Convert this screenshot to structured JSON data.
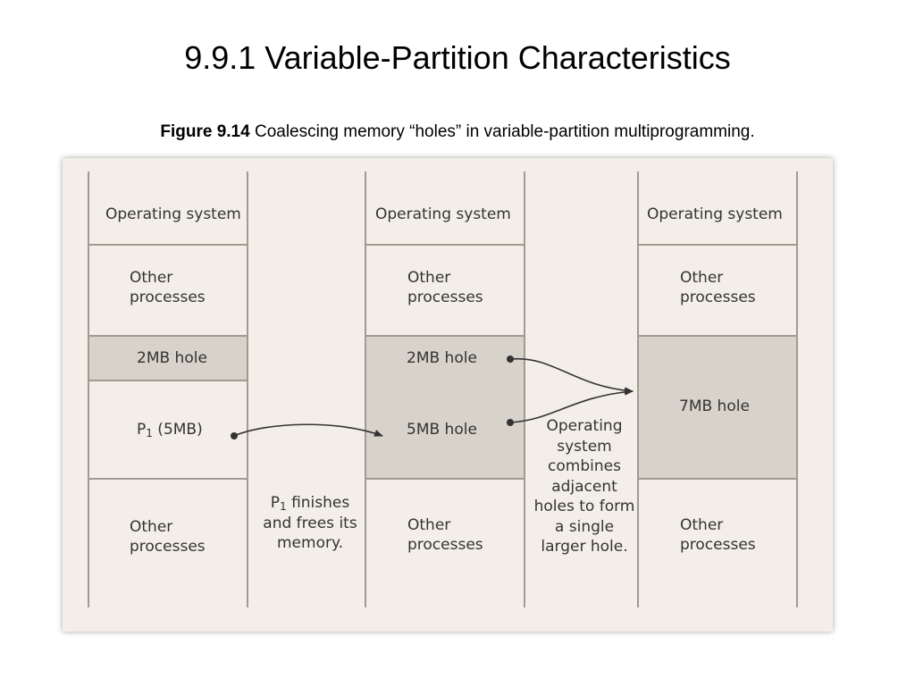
{
  "title": "9.9.1 Variable-Partition Characteristics",
  "caption": {
    "figure_number": "Figure 9.14",
    "text": "Coalescing memory “holes” in variable-partition multiprogramming."
  },
  "columns": [
    {
      "segments": [
        {
          "label": "Operating system"
        },
        {
          "label": "Other processes"
        },
        {
          "label": "2MB hole"
        },
        {
          "label_main": "P",
          "label_sub": "1",
          "label_rest": " (5MB)"
        },
        {
          "label": "Other processes"
        }
      ]
    },
    {
      "segments": [
        {
          "label": "Operating system"
        },
        {
          "label": "Other processes"
        },
        {
          "label": "2MB hole"
        },
        {
          "label": "5MB hole"
        },
        {
          "label": "Other processes"
        }
      ]
    },
    {
      "segments": [
        {
          "label": "Operating system"
        },
        {
          "label": "Other processes"
        },
        {
          "label": "7MB hole"
        },
        {
          "label": "Other processes"
        }
      ]
    }
  ],
  "notes": {
    "p1_finishes": {
      "main": "P",
      "sub": "1",
      "rest": " finishes and frees its memory."
    },
    "os_combines": "Operating system combines adjacent holes to form a single larger hole."
  },
  "colors": {
    "hole_fill": "#d7d2ca",
    "panel_bg": "#f3efe8",
    "line": "#a09a92",
    "arrow": "#333333"
  }
}
